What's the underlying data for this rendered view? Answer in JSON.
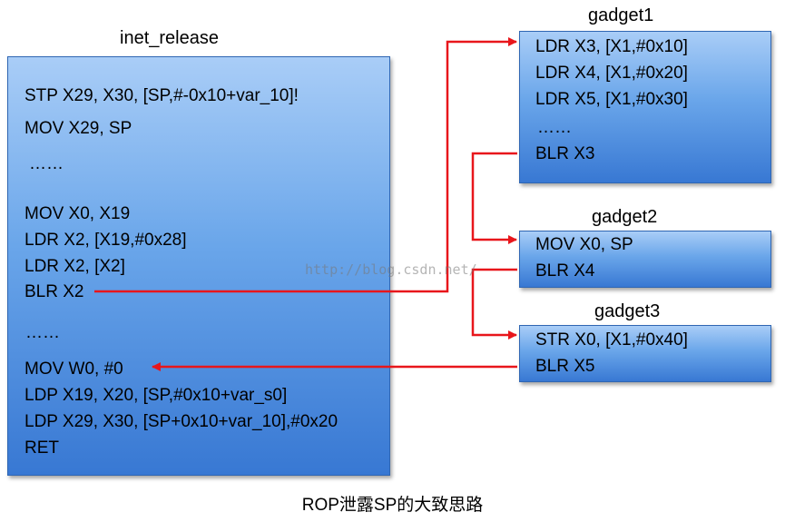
{
  "inet_release": {
    "title": "inet_release",
    "lines": [
      "STP X29, X30, [SP,#-0x10+var_10]!",
      "MOV X29, SP",
      "……",
      "MOV X0, X19",
      "LDR X2, [X19,#0x28]",
      "LDR X2, [X2]",
      "BLR X2",
      "……",
      "MOV W0, #0",
      "LDP X19, X20, [SP,#0x10+var_s0]",
      "LDP X29, X30, [SP+0x10+var_10],#0x20",
      "RET"
    ]
  },
  "gadget1": {
    "title": "gadget1",
    "lines": [
      "LDR X3, [X1,#0x10]",
      "LDR X4, [X1,#0x20]",
      "LDR X5, [X1,#0x30]",
      "……",
      "BLR X3"
    ]
  },
  "gadget2": {
    "title": "gadget2",
    "lines": [
      "MOV X0, SP",
      "BLR X4"
    ]
  },
  "gadget3": {
    "title": "gadget3",
    "lines": [
      "STR X0, [X1,#0x40]",
      "BLR X5"
    ]
  },
  "watermark": "http://blog.csdn.net/",
  "caption": "ROP泄露SP的大致思路",
  "colors": {
    "arrow": "#e8161b",
    "box_top": "#a9cdf7",
    "box_bottom": "#3878d3"
  }
}
